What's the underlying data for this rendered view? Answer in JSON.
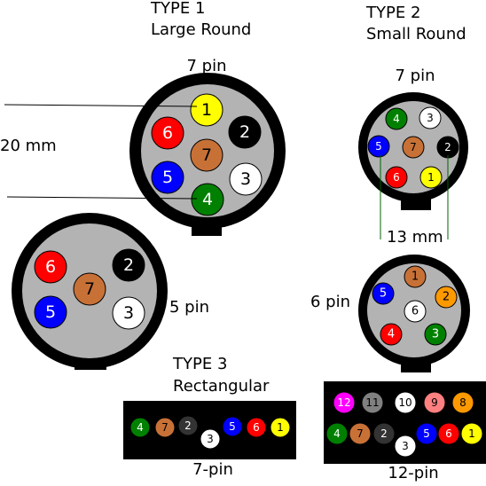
{
  "type1": {
    "heading_line1": "TYPE 1",
    "heading_line2": "Large Round",
    "seven_pin": {
      "label": "7 pin",
      "pins": [
        {
          "num": "1",
          "color": "#ffff00"
        },
        {
          "num": "2",
          "color": "#000000"
        },
        {
          "num": "3",
          "color": "#ffffff"
        },
        {
          "num": "4",
          "color": "#008000"
        },
        {
          "num": "5",
          "color": "#0000ff"
        },
        {
          "num": "6",
          "color": "#ff0000"
        },
        {
          "num": "7",
          "color": "#c87137"
        }
      ]
    },
    "dimension": "20 mm",
    "five_pin": {
      "label": "5 pin",
      "pins": [
        {
          "num": "6",
          "color": "#ff0000"
        },
        {
          "num": "2",
          "color": "#000000"
        },
        {
          "num": "7",
          "color": "#c87137"
        },
        {
          "num": "5",
          "color": "#0000ff"
        },
        {
          "num": "3",
          "color": "#ffffff"
        }
      ]
    }
  },
  "type2": {
    "heading_line1": "TYPE 2",
    "heading_line2": "Small Round",
    "seven_pin": {
      "label": "7 pin",
      "pins": [
        {
          "num": "4",
          "color": "#008000"
        },
        {
          "num": "3",
          "color": "#ffffff"
        },
        {
          "num": "5",
          "color": "#0000ff"
        },
        {
          "num": "7",
          "color": "#c87137"
        },
        {
          "num": "2",
          "color": "#000000"
        },
        {
          "num": "6",
          "color": "#ff0000"
        },
        {
          "num": "1",
          "color": "#ffff00"
        }
      ]
    },
    "dimension": "13 mm",
    "six_pin": {
      "label": "6 pin",
      "pins": [
        {
          "num": "1",
          "color": "#c87137"
        },
        {
          "num": "5",
          "color": "#0000ff"
        },
        {
          "num": "2",
          "color": "#ff9900"
        },
        {
          "num": "6",
          "color": "#ffffff"
        },
        {
          "num": "4",
          "color": "#ff0000"
        },
        {
          "num": "3",
          "color": "#008000"
        }
      ]
    }
  },
  "type3": {
    "heading_line1": "TYPE 3",
    "heading_line2": "Rectangular",
    "seven_pin": {
      "label": "7-pin",
      "pins": [
        {
          "num": "4",
          "color": "#008000"
        },
        {
          "num": "7",
          "color": "#c87137"
        },
        {
          "num": "2",
          "color": "#333333"
        },
        {
          "num": "3",
          "color": "#ffffff"
        },
        {
          "num": "5",
          "color": "#0000ff"
        },
        {
          "num": "6",
          "color": "#ff0000"
        },
        {
          "num": "1",
          "color": "#ffff00"
        }
      ]
    },
    "twelve_pin": {
      "label": "12-pin",
      "pins": [
        {
          "num": "12",
          "color": "#ff00ff"
        },
        {
          "num": "11",
          "color": "#808080"
        },
        {
          "num": "10",
          "color": "#ffffff"
        },
        {
          "num": "9",
          "color": "#ff8080"
        },
        {
          "num": "8",
          "color": "#ff9900"
        },
        {
          "num": "4",
          "color": "#008000"
        },
        {
          "num": "7",
          "color": "#c87137"
        },
        {
          "num": "2",
          "color": "#333333"
        },
        {
          "num": "3",
          "color": "#ffffff"
        },
        {
          "num": "5",
          "color": "#0000ff"
        },
        {
          "num": "6",
          "color": "#ff0000"
        },
        {
          "num": "1",
          "color": "#ffff00"
        }
      ]
    }
  },
  "colors": {
    "body_gray": "#b3b3b3",
    "rim": "#000000",
    "background": "#ffffff"
  }
}
